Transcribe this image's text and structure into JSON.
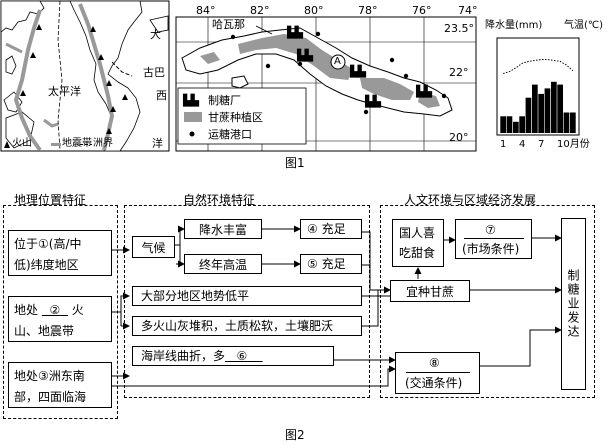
{
  "fig1": {
    "caption": "图1",
    "world_map": {
      "labels": [
        "太平洋",
        "大",
        "古巴",
        "西",
        "洋"
      ],
      "legend_volcano": "火山",
      "legend_quake": "地震带",
      "legend_border": "洲界"
    },
    "cuba_map": {
      "lon_labels": [
        "84°",
        "82°",
        "80°",
        "78°",
        "76°",
        "74°"
      ],
      "lat_labels": [
        "23.5°",
        "22°",
        "20°"
      ],
      "city": "哈瓦那",
      "point_a": "A",
      "legend": [
        "制糖厂",
        "甘蔗种植区",
        "运糖港口"
      ]
    },
    "climate_chart": {
      "precip_label": "降水量(mm)",
      "temp_label": "气温(℃)",
      "x_ticks": [
        "1",
        "4",
        "7",
        "10月份"
      ]
    }
  },
  "chart_data": {
    "type": "bar",
    "categories": [
      "1",
      "2",
      "3",
      "4",
      "5",
      "6",
      "7",
      "8",
      "9",
      "10",
      "11",
      "12"
    ],
    "series": [
      {
        "values": [
          18,
          18,
          12,
          18,
          38,
          52,
          42,
          48,
          55,
          52,
          22,
          22
        ]
      },
      {
        "values": [
          64,
          66,
          70,
          75,
          77,
          78,
          79,
          79,
          78,
          77,
          73,
          67
        ]
      }
    ],
    "ylim": [
      0,
      100
    ]
  },
  "fig2": {
    "caption": "图2",
    "col1_title": "地理位置特征",
    "col2_title": "自然环境特征",
    "col3_title": "人文环境与区域经济发展",
    "loc1_a": "位于",
    "loc1_b": "(高/中",
    "loc1_c": "低)纬度地区",
    "loc2_a": "地处",
    "loc2_b": "火",
    "loc2_c": "山、地震带",
    "loc3_a": "地处",
    "loc3_b": "洲东南",
    "loc3_c": "部，四面临海",
    "climate": "气候",
    "rain": "降水丰富",
    "heat": "终年高温",
    "plain": "大部分地区地势低平",
    "soil": "多火山灰堆积，土质松软，土壤肥沃",
    "coast": "海岸线曲折，多",
    "sufficient": "充足",
    "people_a": "国人喜",
    "people_b": "吃甜食",
    "market": "(市场条件)",
    "sugarcane": "宜种甘蔗",
    "transport": "(交通条件)",
    "industry": "制糖业发达",
    "nums": [
      "①",
      "②",
      "③",
      "④",
      "⑤",
      "⑥",
      "⑦",
      "⑧"
    ]
  }
}
